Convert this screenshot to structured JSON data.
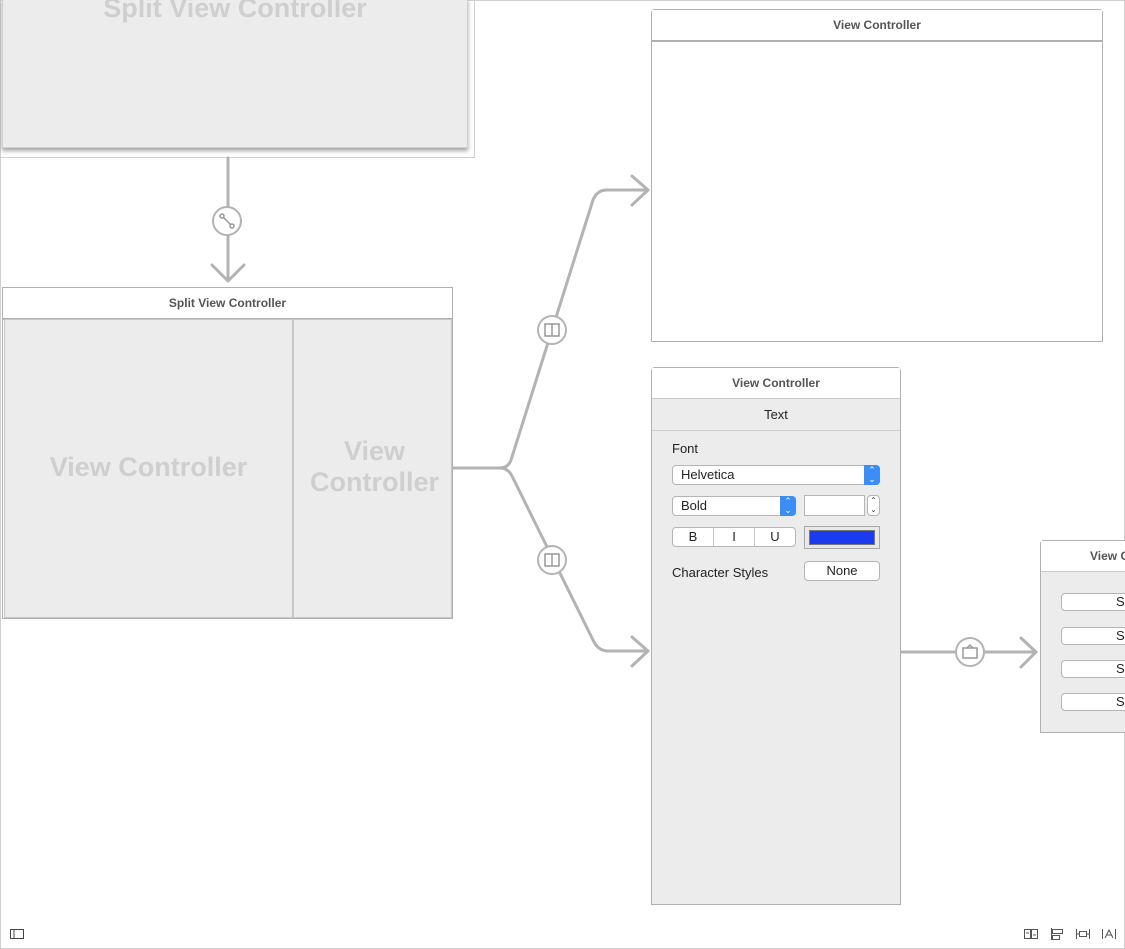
{
  "scenes": {
    "top_split": {
      "label": "Split View Controller"
    },
    "main_split": {
      "title": "Split View Controller",
      "master_label": "View Controller",
      "detail_label": "View Controller"
    },
    "top_vc": {
      "title": "View Controller"
    },
    "text_vc": {
      "title": "View Controller",
      "panel_title": "Text",
      "font_label": "Font",
      "font_family": "Helvetica",
      "font_weight": "Bold",
      "size_value": "",
      "style_buttons": [
        "B",
        "I",
        "U"
      ],
      "text_color": "#1a3cf0",
      "character_styles_label": "Character Styles",
      "character_styles_value": "None"
    },
    "right_vc": {
      "title": "View C",
      "button_labels": [
        "S",
        "S",
        "S",
        "S"
      ]
    }
  },
  "colors": {
    "connection": "#b3b3b3",
    "scene_border": "#b0b0b0",
    "placeholder_text": "#cfcfcf",
    "accent": "#3b8ef7"
  },
  "toolbar": {
    "left_icon": "sidebar-toggle-icon",
    "right_icons": [
      "embed-stack-icon",
      "align-icon",
      "pin-icon",
      "resolve-issues-icon"
    ]
  }
}
